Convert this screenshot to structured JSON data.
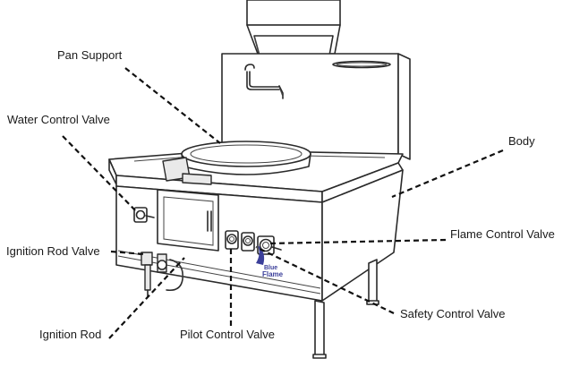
{
  "labels": {
    "pan_support": "Pan Support",
    "water_control_valve": "Water Control Valve",
    "body": "Body",
    "flame_control_valve": "Flame Control Valve",
    "ignition_rod_valve": "Ignition Rod Valve",
    "safety_control_valve": "Safety Control Valve",
    "ignition_rod": "Ignition Rod",
    "pilot_control_valve": "Pilot Control Valve"
  },
  "brand": {
    "line1": "Blue",
    "line2": "Flame",
    "color": "#3b3f9a"
  },
  "colors": {
    "line": "#2a2a2a",
    "leader": "#111111",
    "background": "#ffffff"
  }
}
